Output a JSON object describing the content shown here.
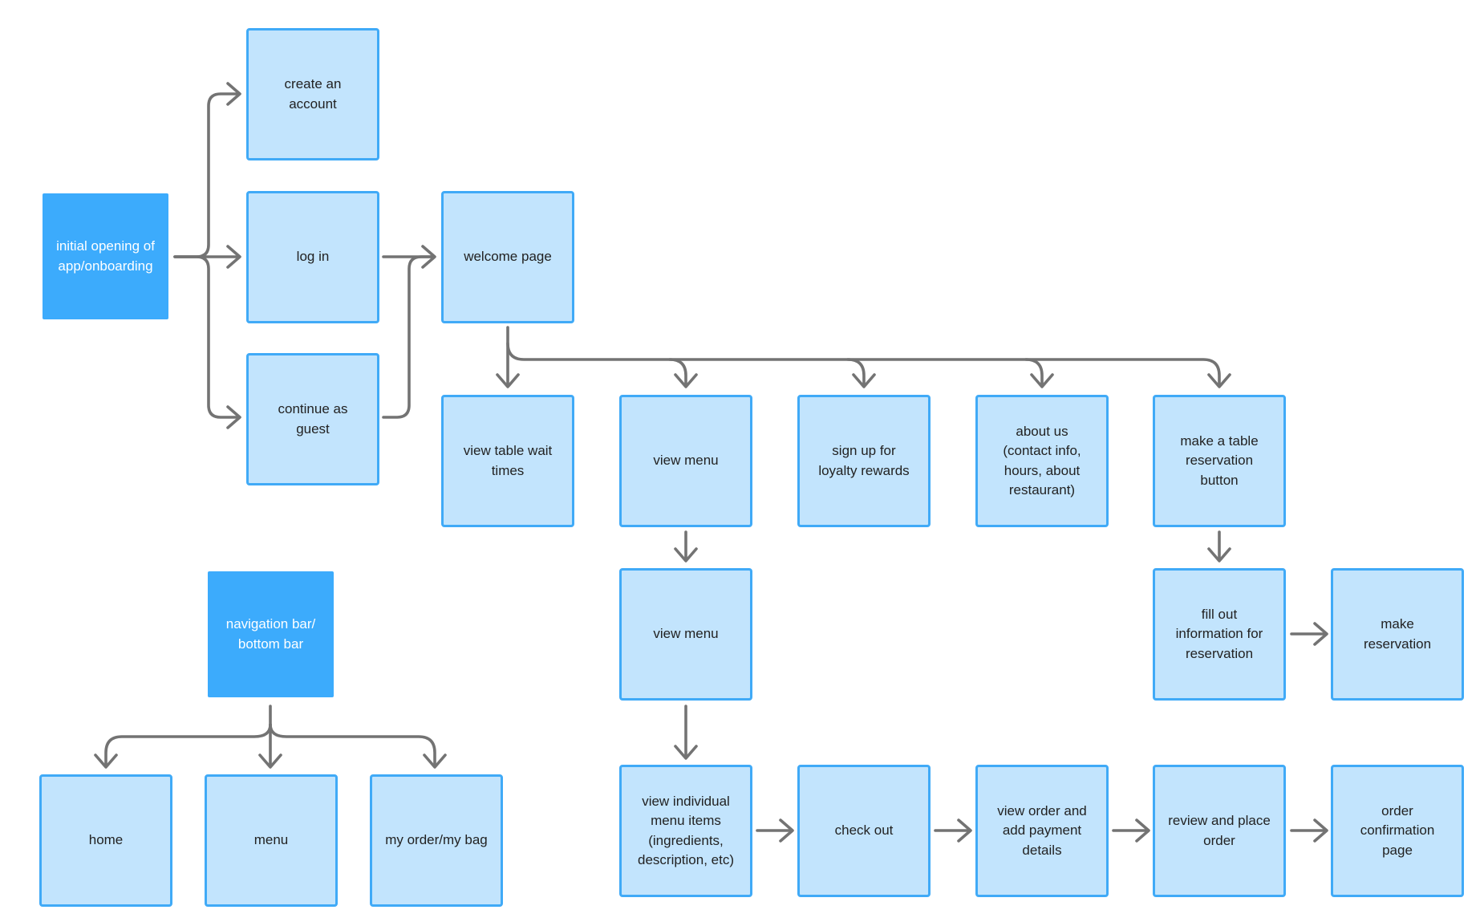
{
  "nodes": {
    "initial": "initial opening of\napp/onboarding",
    "create_account": "create an\naccount",
    "login": "log in",
    "guest": "continue as\nguest",
    "welcome": "welcome page",
    "wait_times": "view table wait\ntimes",
    "view_menu": "view menu",
    "loyalty": "sign up for\nloyalty rewards",
    "about": "about us\n(contact info,\nhours, about\nrestaurant)",
    "reservation_button": "make a table\nreservation\nbutton",
    "view_menu_2": "view menu",
    "fill_out": "fill out\ninformation for\nreservation",
    "make_reservation": "make\nreservation",
    "menu_items": "view individual\nmenu items\n(ingredients,\ndescription, etc)",
    "checkout": "check out",
    "payment": "view order and\nadd payment\ndetails",
    "review": "review and place\norder",
    "confirmation": "order\nconfirmation\npage",
    "navbar": "navigation bar/\nbottom bar",
    "home": "home",
    "menu": "menu",
    "my_order": "my order/my bag"
  },
  "colors": {
    "root_fill": "#3cabfc",
    "box_fill": "#c2e4fd",
    "box_border": "#40aaf7",
    "edge": "#737373"
  }
}
